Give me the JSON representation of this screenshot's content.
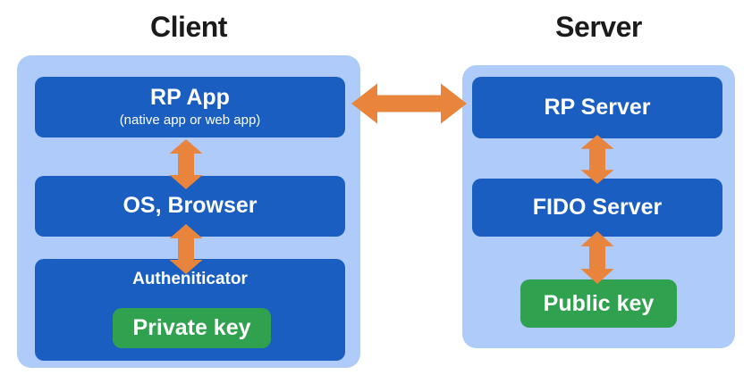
{
  "colors": {
    "page_bg": "#FFFFFF",
    "panel_bg": "#AECBFA",
    "box_bg": "#1A5EC2",
    "key_bg": "#2FA14F",
    "arrow": "#E8843C",
    "title_text": "#1B1B1B",
    "box_text": "#FFFFFF"
  },
  "client": {
    "title": "Client",
    "rp_app": {
      "label": "RP App",
      "sublabel": "(native app or web app)"
    },
    "os_browser": {
      "label": "OS, Browser"
    },
    "authenticator": {
      "label": "Autheniticator",
      "private_key": "Private key"
    }
  },
  "server": {
    "title": "Server",
    "rp_server": {
      "label": "RP Server"
    },
    "fido_server": {
      "label": "FIDO Server"
    },
    "public_key": {
      "label": "Public key"
    }
  },
  "arrows": {
    "client_server": "bidirectional horizontal arrow between RP App and RP Server",
    "rp_app_os_browser": "bidirectional vertical arrow",
    "os_browser_authenticator": "bidirectional vertical arrow",
    "rp_server_fido_server": "bidirectional vertical arrow",
    "fido_server_public_key": "bidirectional vertical arrow"
  }
}
